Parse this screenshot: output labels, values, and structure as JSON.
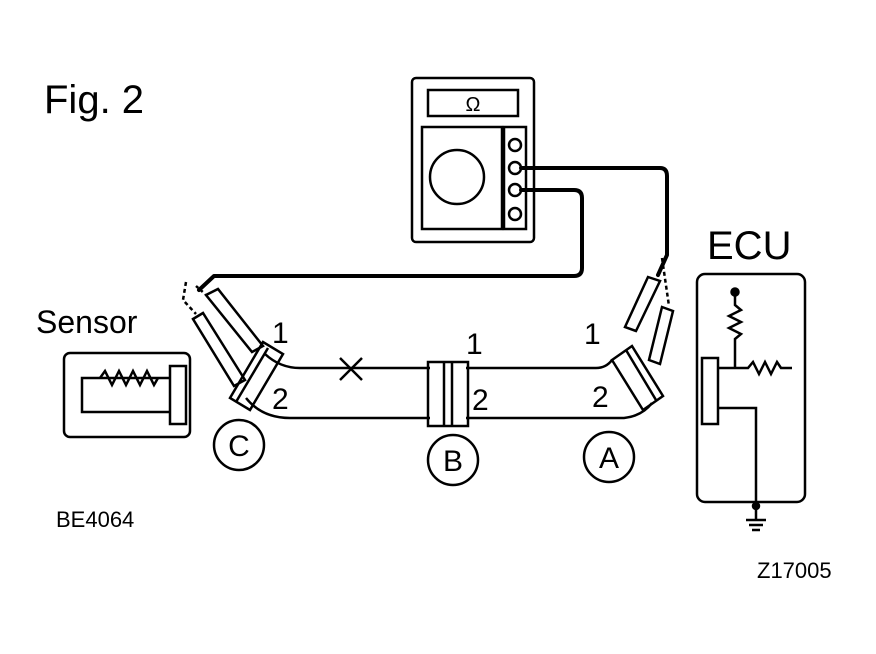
{
  "figure": {
    "title": "Fig. 2",
    "code_left": "BE4064",
    "code_right": "Z17005"
  },
  "meter": {
    "display_symbol": "Ω"
  },
  "sensor": {
    "label": "Sensor"
  },
  "ecu": {
    "label": "ECU"
  },
  "connectors": {
    "a": {
      "letter": "A",
      "pin1": "1",
      "pin2": "2"
    },
    "b": {
      "letter": "B",
      "pin1": "1",
      "pin2": "2"
    },
    "c": {
      "letter": "C",
      "pin1": "1",
      "pin2": "2"
    }
  },
  "colors": {
    "ink": "#000000",
    "paper": "#ffffff"
  }
}
